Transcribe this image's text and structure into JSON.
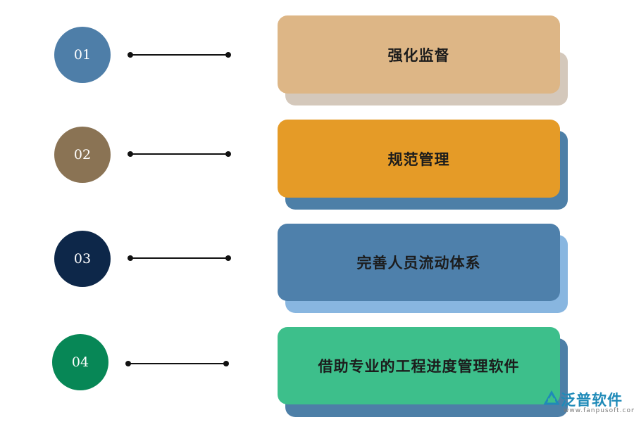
{
  "items": [
    {
      "number": "01",
      "label": "强化监督",
      "circle_color": "#4e7ea8",
      "card_color": "#ddb686",
      "shadow_color": "#d4c8bb"
    },
    {
      "number": "02",
      "label": "规范管理",
      "circle_color": "#8a7354",
      "card_color": "#e59b27",
      "shadow_color": "#4d7fa7"
    },
    {
      "number": "03",
      "label": "完善人员流动体系",
      "circle_color": "#0d2749",
      "card_color": "#4e80ab",
      "shadow_color": "#88b6e0"
    },
    {
      "number": "04",
      "label": "借助专业的工程进度管理软件",
      "circle_color": "#078756",
      "card_color": "#3dbf8b",
      "shadow_color": "#4d7fa7"
    }
  ],
  "watermark": {
    "brand": "泛普软件",
    "url": "www.fanpusoft.com",
    "icon": "fanpu-logo-icon"
  }
}
